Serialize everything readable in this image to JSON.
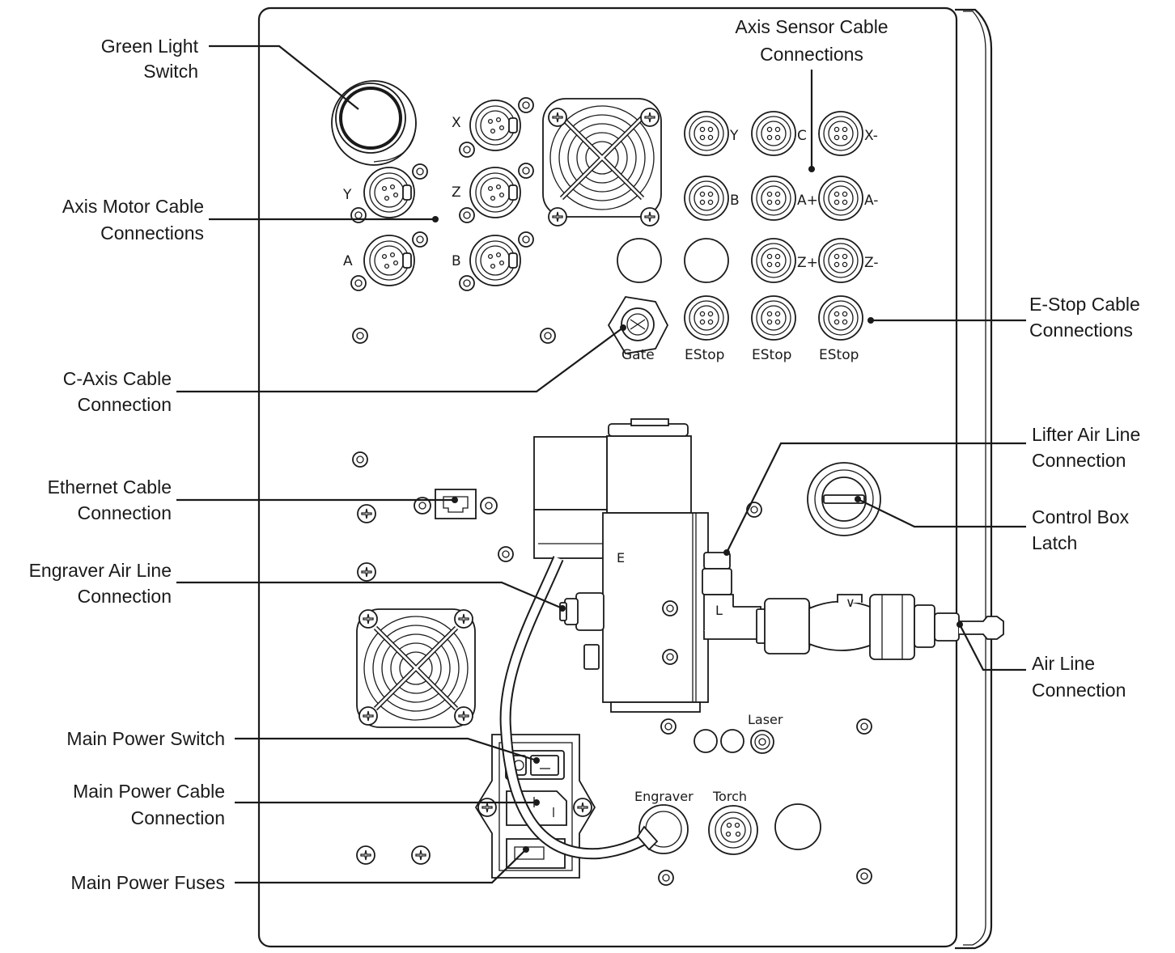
{
  "callouts": {
    "green_light_switch": [
      "Green Light",
      "Switch"
    ],
    "axis_motor_cable": [
      "Axis Motor Cable",
      "Connections"
    ],
    "c_axis_cable": [
      "C-Axis Cable",
      "Connection"
    ],
    "ethernet_cable": [
      "Ethernet Cable",
      "Connection"
    ],
    "engraver_air_line": [
      "Engraver Air Line",
      "Connection"
    ],
    "main_power_switch": [
      "Main Power Switch"
    ],
    "main_power_cable": [
      "Main Power Cable",
      "Connection"
    ],
    "main_power_fuses": [
      "Main Power Fuses"
    ],
    "axis_sensor_cable": [
      "Axis Sensor Cable",
      "Connections"
    ],
    "e_stop_cable": [
      "E-Stop Cable",
      "Connections"
    ],
    "lifter_air_line": [
      "Lifter Air Line",
      "Connection"
    ],
    "control_box_latch": [
      "Control Box",
      "Latch"
    ],
    "air_line": [
      "Air Line",
      "Connection"
    ]
  },
  "motor_ports": {
    "x": "X",
    "y": "Y",
    "z": "Z",
    "a": "A",
    "b": "B"
  },
  "sensor_ports": {
    "y": "Y",
    "c": "C",
    "x_minus": "X-",
    "b": "B",
    "a_plus": "A+",
    "a_minus": "A-",
    "z_plus": "Z+",
    "z_minus": "Z-"
  },
  "bottom_ports": {
    "gate": "Gate",
    "estop": "EStop"
  },
  "valve_ports": {
    "e": "E",
    "l": "L"
  },
  "lower_ports": {
    "laser": "Laser",
    "engraver": "Engraver",
    "torch": "Torch"
  }
}
